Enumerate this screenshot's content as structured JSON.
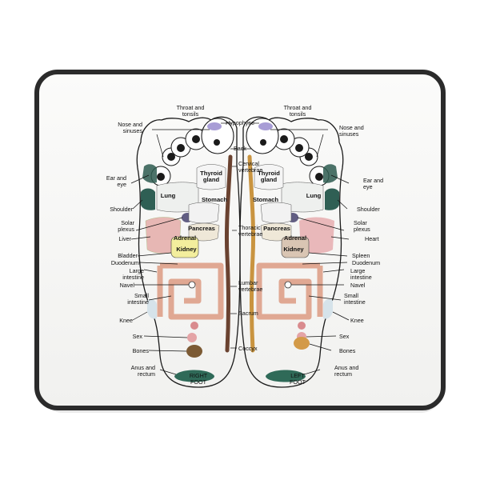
{
  "colors": {
    "page_background": "#ffffff",
    "mat_surface": "#fcfcfa",
    "mat_border": "#2b2b2b",
    "foot_fill": "#ffffff",
    "lung_zone": "#eef0ee",
    "ear_eye_zone": "#2d5b4f",
    "shoulder_zone": "#2f5f54",
    "liver_zone": "#e7b7b4",
    "heart_zone": "#e9b8ba",
    "kidney_zone": "#f3ee9d",
    "intestine_band": "#e0a893",
    "spine_right": "#6a4230",
    "spine_left": "#c99440",
    "sacrum_dot": "#d98b8e",
    "sex_dot": "#e4a4a6",
    "bones_right": "#7c5a34",
    "bones_left": "#d39a48",
    "anus_zone": "#2f6a58",
    "hypophyse": "#a89dd6",
    "solar_plexus": "#625e83",
    "toe_dot": "#1b1b1b"
  },
  "icons": {
    "mat": "mouse-pad-icon",
    "foot": "foot-sole-icon"
  },
  "labels": {
    "right_foot_left_side": [
      "Throat and\ntonsils",
      "Nose and\nsinuses",
      "Ear and\neye",
      "Shoulder",
      "Solar\nplexus",
      "Liver",
      "Bladder",
      "Duodenum",
      "Large\nintestine",
      "Navel",
      "Small\nintestine",
      "Knee",
      "Sex",
      "Bones",
      "Anus and\nrectum"
    ],
    "center": [
      "Hypophyse",
      "Back",
      "Cervical\nvertebrae",
      "Thoracic\nvertebrae",
      "Lumbar\nvertebrae",
      "Sacrum",
      "Coccyx"
    ],
    "left_foot_right_side": [
      "Throat and\ntonsils",
      "Nose and\nsinuses",
      "Ear and\neye",
      "Shoulder",
      "Solar\nplexus",
      "Heart",
      "Spleen",
      "Duodenum",
      "Large\nintestine",
      "Navel",
      "Small\nintestine",
      "Knee",
      "Sex",
      "Bones",
      "Anus and\nrectum"
    ],
    "inside_right_foot": [
      "Thyroid\ngland",
      "Lung",
      "Stomach",
      "Pancreas",
      "Adrenal",
      "Kidney"
    ],
    "inside_left_foot": [
      "Thyroid\ngland",
      "Lung",
      "Stomach",
      "Pancreas",
      "Adrenal",
      "Kidney"
    ],
    "foot_captions": [
      "RIGHT\nFOOT",
      "LEFT\nFOOT"
    ]
  }
}
